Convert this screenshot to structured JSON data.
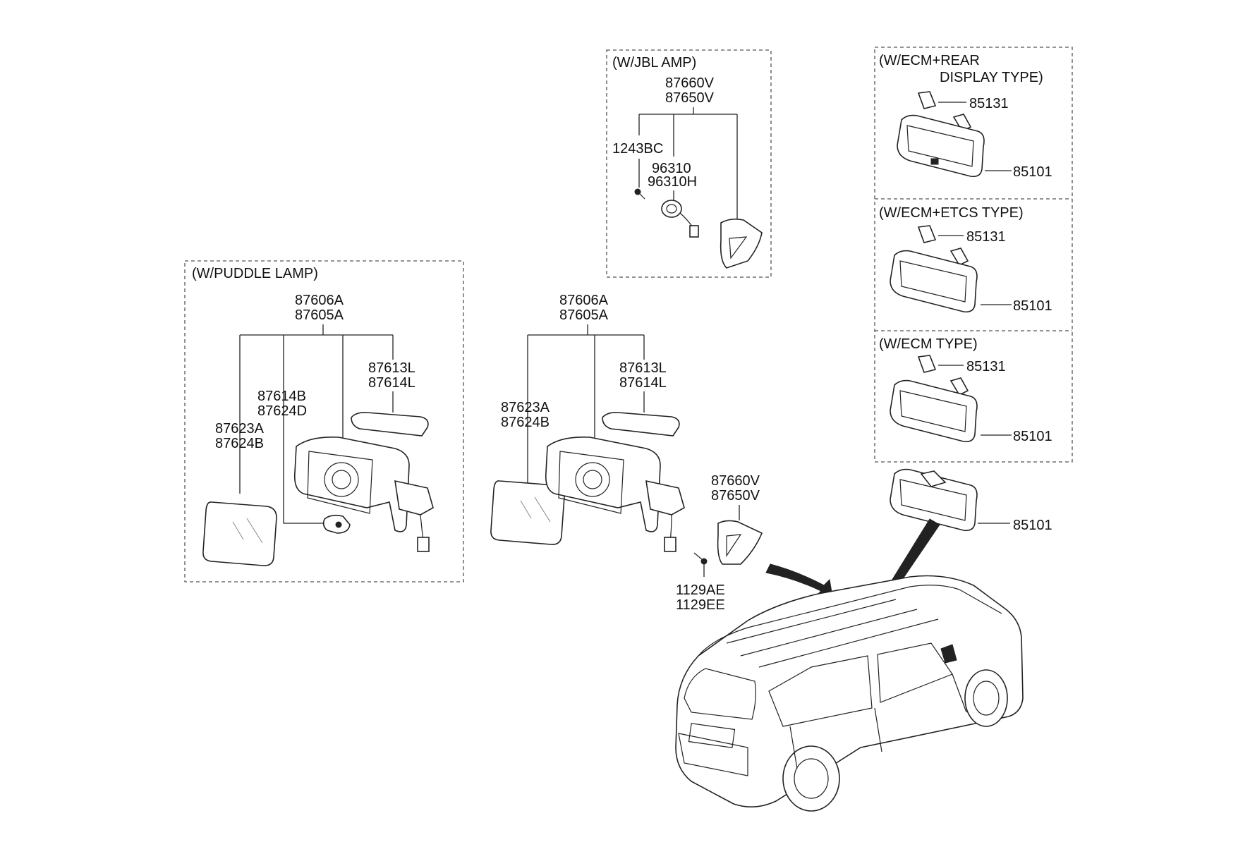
{
  "groups": {
    "puddle_lamp": {
      "title": "(W/PUDDLE LAMP)",
      "assembly": [
        "87606A",
        "87605A"
      ],
      "cover": [
        "87613L",
        "87614L"
      ],
      "lamp": [
        "87614B",
        "87624D"
      ],
      "glass": [
        "87623A",
        "87624B"
      ]
    },
    "standard": {
      "assembly": [
        "87606A",
        "87605A"
      ],
      "cover": [
        "87613L",
        "87614L"
      ],
      "glass": [
        "87623A",
        "87624B"
      ],
      "garnish": [
        "87660V",
        "87650V"
      ],
      "screw": [
        "1129AE",
        "1129EE"
      ]
    },
    "jbl_amp": {
      "title": "(W/JBL AMP)",
      "assembly": [
        "87660V",
        "87650V"
      ],
      "screw": "1243BC",
      "speaker": [
        "96310",
        "96310H"
      ]
    },
    "ecm_rear_display": {
      "title_line1": "(W/ECM+REAR",
      "title_line2": "DISPLAY TYPE)",
      "cover": "85131",
      "mirror": "85101"
    },
    "ecm_etcs": {
      "title": "(W/ECM+ETCS TYPE)",
      "cover": "85131",
      "mirror": "85101"
    },
    "ecm": {
      "title": "(W/ECM TYPE)",
      "cover": "85131",
      "mirror": "85101"
    },
    "basic_mirror": {
      "mirror": "85101"
    }
  }
}
